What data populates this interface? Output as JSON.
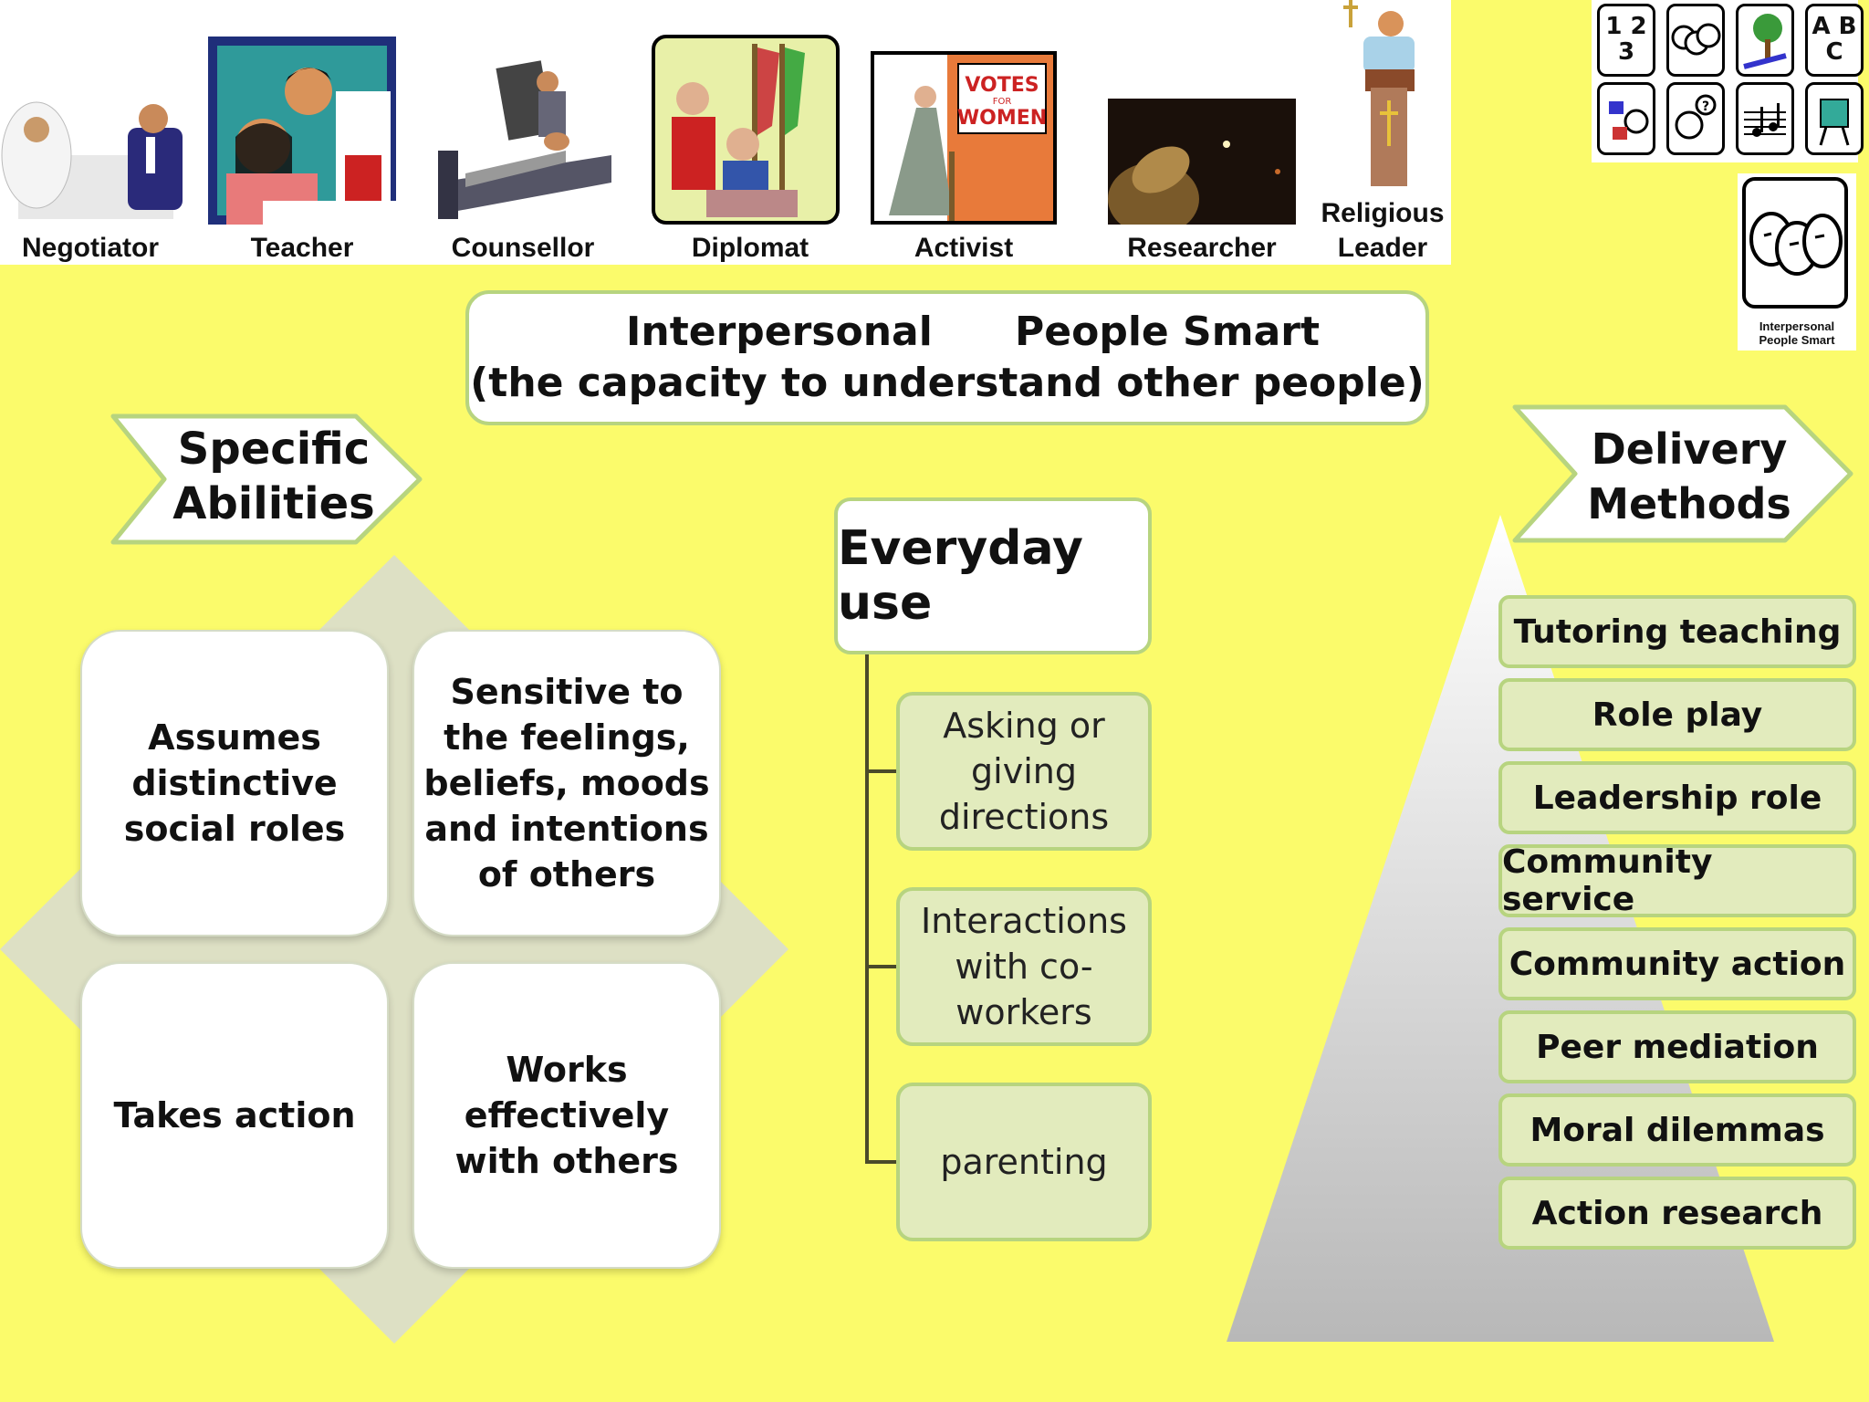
{
  "careers": [
    {
      "label": "Negotiator",
      "icon": "negotiator-picture"
    },
    {
      "label": "Teacher",
      "icon": "teacher-picture"
    },
    {
      "label": "Counsellor",
      "icon": "counsellor-picture"
    },
    {
      "label": "Diplomat",
      "icon": "diplomat-picture"
    },
    {
      "label": "Activist",
      "icon": "activist-picture"
    },
    {
      "label": "Researcher",
      "icon": "researcher-picture"
    },
    {
      "label": "Religious Leader",
      "label_line1": "Religious",
      "label_line2": "Leader",
      "icon": "religious-leader-picture"
    }
  ],
  "intelligence_icons": {
    "numbers": "1 2 3",
    "letters": "A B C",
    "badge_caption_line1": "Interpersonal",
    "badge_caption_line2": "People Smart"
  },
  "title": {
    "left": "Interpersonal",
    "right": "People Smart",
    "subtitle": "(the capacity to understand other people)"
  },
  "specific_abilities": {
    "heading_line1": "Specific",
    "heading_line2": "Abilities",
    "items": [
      "Assumes distinctive social roles",
      "Sensitive to the feelings, beliefs, moods and intentions of others",
      "Takes action",
      "Works effectively with others"
    ]
  },
  "everyday_use": {
    "heading": "Everyday use",
    "items": [
      "Asking or giving directions",
      "Interactions with co-workers",
      "parenting"
    ]
  },
  "delivery_methods": {
    "heading_line1": "Delivery",
    "heading_line2": "Methods",
    "items": [
      "Tutoring teaching",
      "Role play",
      "Leadership role",
      "Community service",
      "Community action",
      "Peer mediation",
      "Moral dilemmas",
      "Action research"
    ]
  },
  "colors": {
    "background": "#fbfb6b",
    "accent_green": "#b7d47f",
    "item_fill": "#e2ebbd",
    "diamond": "#dde0c4"
  }
}
